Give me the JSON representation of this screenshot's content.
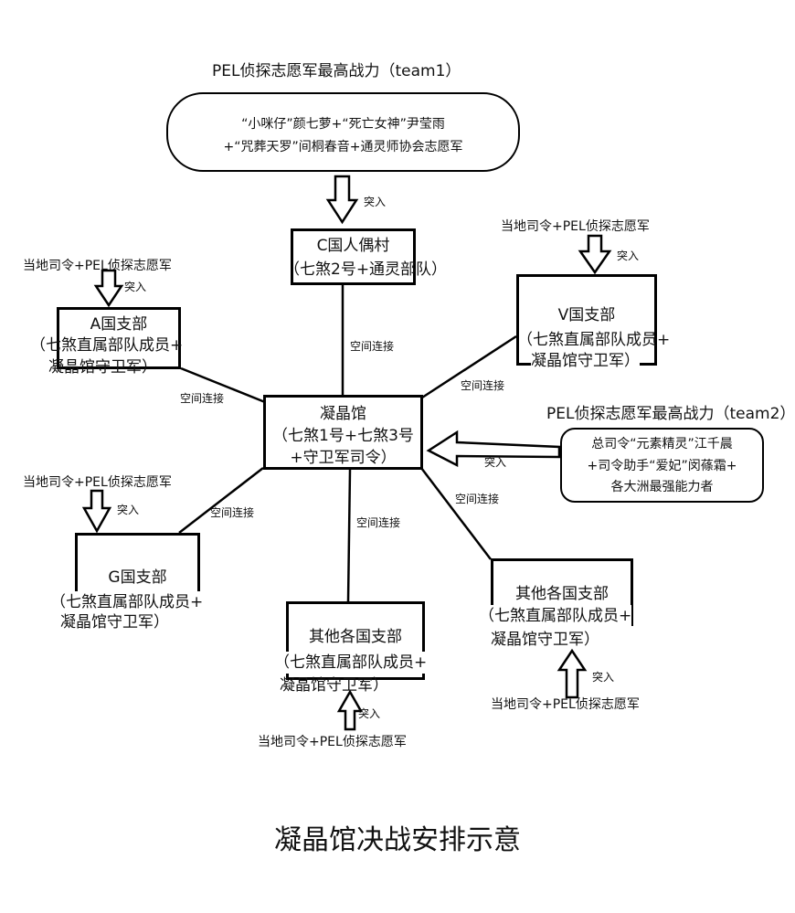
{
  "team1": {
    "title": "PEL侦探志愿军最高战力（team1）",
    "line1": "“小咪仔”颜七萝+“死亡女神”尹莹雨",
    "line2": "+“咒葬天罗”间桐春音+通灵师协会志愿军"
  },
  "team2": {
    "title": "PEL侦探志愿军最高战力（team2）",
    "line1": "总司令“元素精灵”江千晨",
    "line2": "+司令助手“爱妃”闵蓧霜+",
    "line3": "各大洲最强能力者"
  },
  "center": {
    "line1": "凝晶馆",
    "line2": "（七煞1号+七煞3号",
    "line3": "+守卫军司令）"
  },
  "village": {
    "line1": "C国人偶村",
    "line2": "（七煞2号+通灵部队）"
  },
  "a_branch": {
    "line1": "A国支部",
    "line2": "（七煞直属部队成员+",
    "line3": "凝晶馆守卫军）"
  },
  "v_branch": {
    "line1": "V国支部",
    "line2": "（七煞直属部队成员+",
    "line3": "凝晶馆守卫军）"
  },
  "g_branch": {
    "line1": "G国支部",
    "line2": "（七煞直属部队成员+",
    "line3": "凝晶馆守卫军）"
  },
  "other_bottom": {
    "line1": "其他各国支部",
    "line2": "（七煞直属部队成员+",
    "line3": "凝晶馆守卫军）"
  },
  "other_right": {
    "line1": "其他各国支部",
    "line2": "（七煞直属部队成员+",
    "line3": "凝晶馆守卫军）"
  },
  "connection_label": "空间连接",
  "breach_label": "突入",
  "local_force_label": "当地司令+PEL侦探志愿军",
  "footer_title": "凝晶馆决战安排示意"
}
